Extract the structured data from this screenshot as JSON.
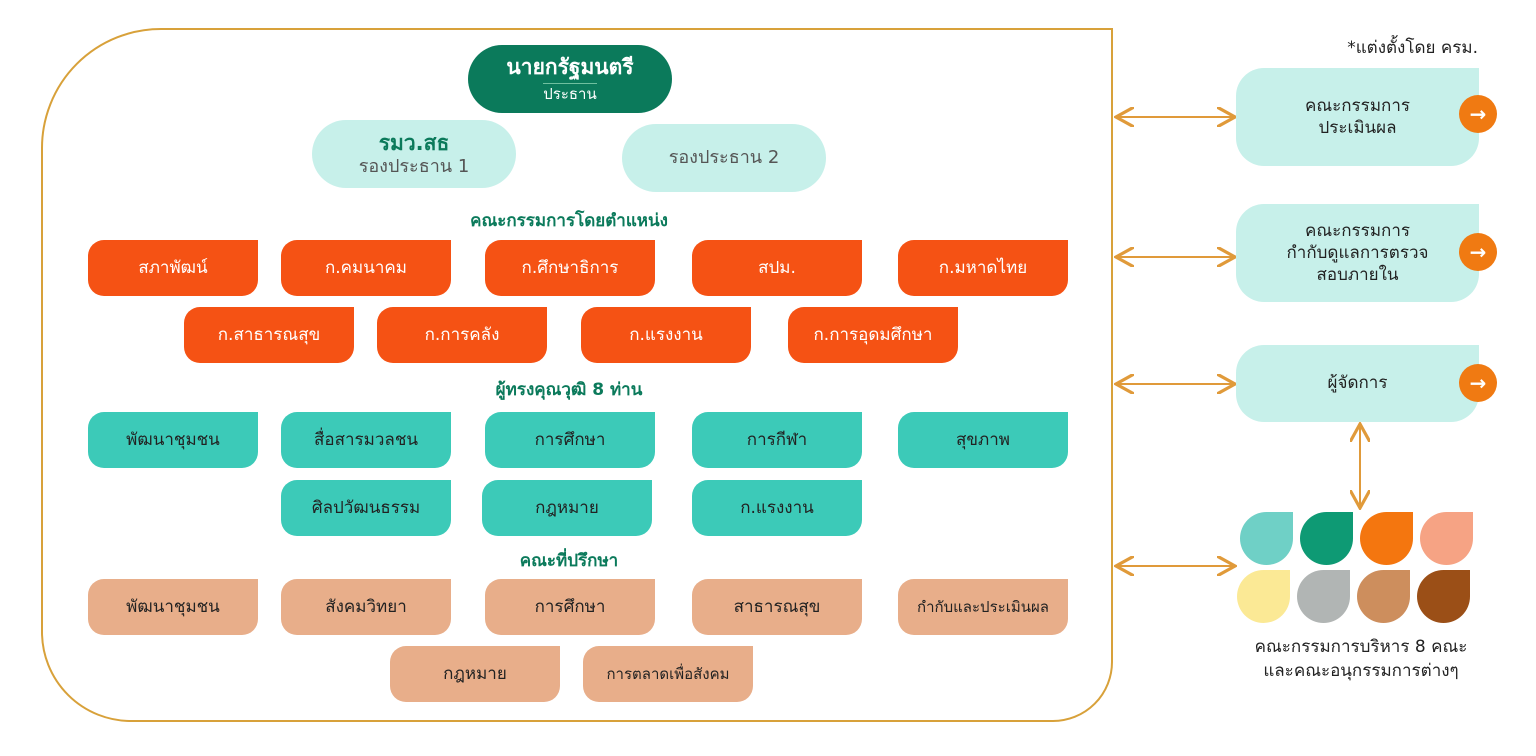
{
  "chair": {
    "title": "นายกรัฐมนตรี",
    "role": "ประธาน"
  },
  "vice1": {
    "title": "รมว.สธ",
    "role": "รองประธาน 1"
  },
  "vice2": {
    "role": "รองประธาน 2"
  },
  "sections": {
    "ex_officio": "คณะกรรมการโดยตำแหน่ง",
    "experts": "ผู้ทรงคุณวุฒิ 8 ท่าน",
    "advisors": "คณะที่ปรึกษา"
  },
  "ex_officio_row1": [
    "สภาพัฒน์",
    "ก.คมนาคม",
    "ก.ศึกษาธิการ",
    "สปม.",
    "ก.มหาดไทย"
  ],
  "ex_officio_row2": [
    "ก.สาธารณสุข",
    "ก.การคลัง",
    "ก.แรงงาน",
    "ก.การอุดมศึกษา"
  ],
  "experts_row1": [
    "พัฒนาชุมชน",
    "สื่อสารมวลชน",
    "การศึกษา",
    "การกีฬา",
    "สุขภาพ"
  ],
  "experts_row2": [
    "ศิลปวัฒนธรรม",
    "กฎหมาย",
    "ก.แรงงาน"
  ],
  "advisors_row1": [
    "พัฒนาชุมชน",
    "สังคมวิทยา",
    "การศึกษา",
    "สาธารณสุข",
    "กำกับและประเมินผล"
  ],
  "advisors_row2": [
    "กฎหมาย",
    "การตลาดเพื่อสังคม"
  ],
  "note": "*แต่งตั้งโดย ครม.",
  "side_boxes": {
    "evaluation": "คณะกรรมการประเมินผล",
    "audit": "คณะกรรมการกำกับดูแลการตรวจสอบภายใน",
    "manager": "ผู้จัดการ"
  },
  "caption_line1": "คณะกรรมการบริหาร 8 คณะ",
  "caption_line2": "และคณะอนุกรรมการต่างๆ",
  "colors": {
    "primary_green": "#0b7a5b",
    "light_teal": "#c7f0ea",
    "orange": "#f55214",
    "teal": "#3ccab8",
    "tan": "#e8ae8a",
    "frame": "#d8a13a",
    "arrow_accent": "#f07a12",
    "petals": [
      "#6fd0c6",
      "#0e9a74",
      "#f4760f",
      "#f6a384",
      "#fbe995",
      "#b1b5b4",
      "#cd8e5d",
      "#9b4f17"
    ]
  }
}
